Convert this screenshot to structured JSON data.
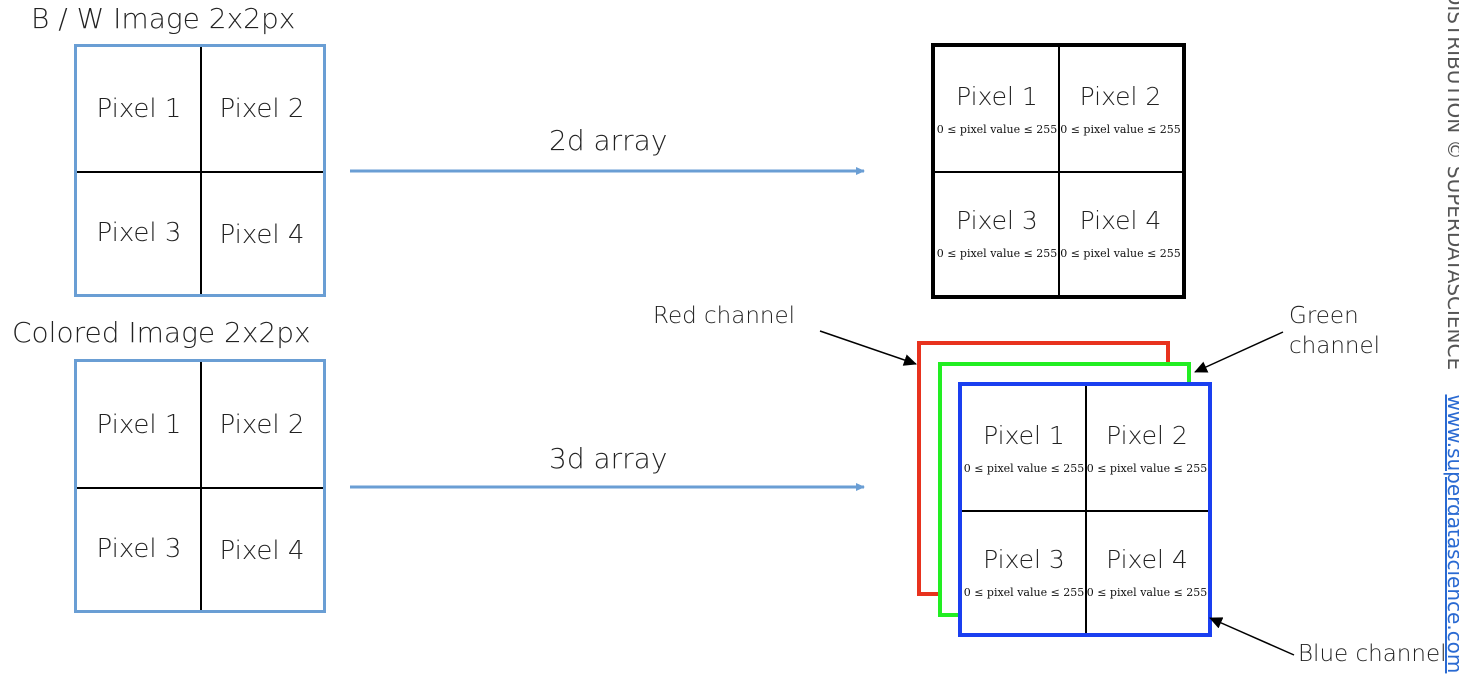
{
  "bw": {
    "title": "B / W Image 2x2px",
    "pixels": [
      "Pixel 1",
      "Pixel 2",
      "Pixel 3",
      "Pixel 4"
    ]
  },
  "colored": {
    "title": "Colored Image 2x2px",
    "pixels": [
      "Pixel 1",
      "Pixel 2",
      "Pixel 3",
      "Pixel 4"
    ]
  },
  "arrows": {
    "top_label": "2d array",
    "bottom_label": "3d array"
  },
  "array2d": {
    "pixels": [
      "Pixel 1",
      "Pixel 2",
      "Pixel 3",
      "Pixel 4"
    ],
    "range": "0 ≤ pixel value ≤ 255"
  },
  "array3d": {
    "pixels": [
      "Pixel 1",
      "Pixel 2",
      "Pixel 3",
      "Pixel 4"
    ],
    "range": "0 ≤ pixel value ≤ 255",
    "labels": {
      "red": "Red channel",
      "green_line1": "Green",
      "green_line2": "channel",
      "blue": "Blue channel"
    }
  },
  "colors": {
    "source_border": "#6a9ed4",
    "arrow": "#6a9ed4",
    "red_channel": "#e8321e",
    "green_channel": "#22ee22",
    "blue_channel": "#1a3ff0",
    "array_border": "#000000"
  },
  "watermark": {
    "text": "DISTRIBUTION © SUPERDATASCIENCE",
    "link": "www.superdatascience.com"
  }
}
